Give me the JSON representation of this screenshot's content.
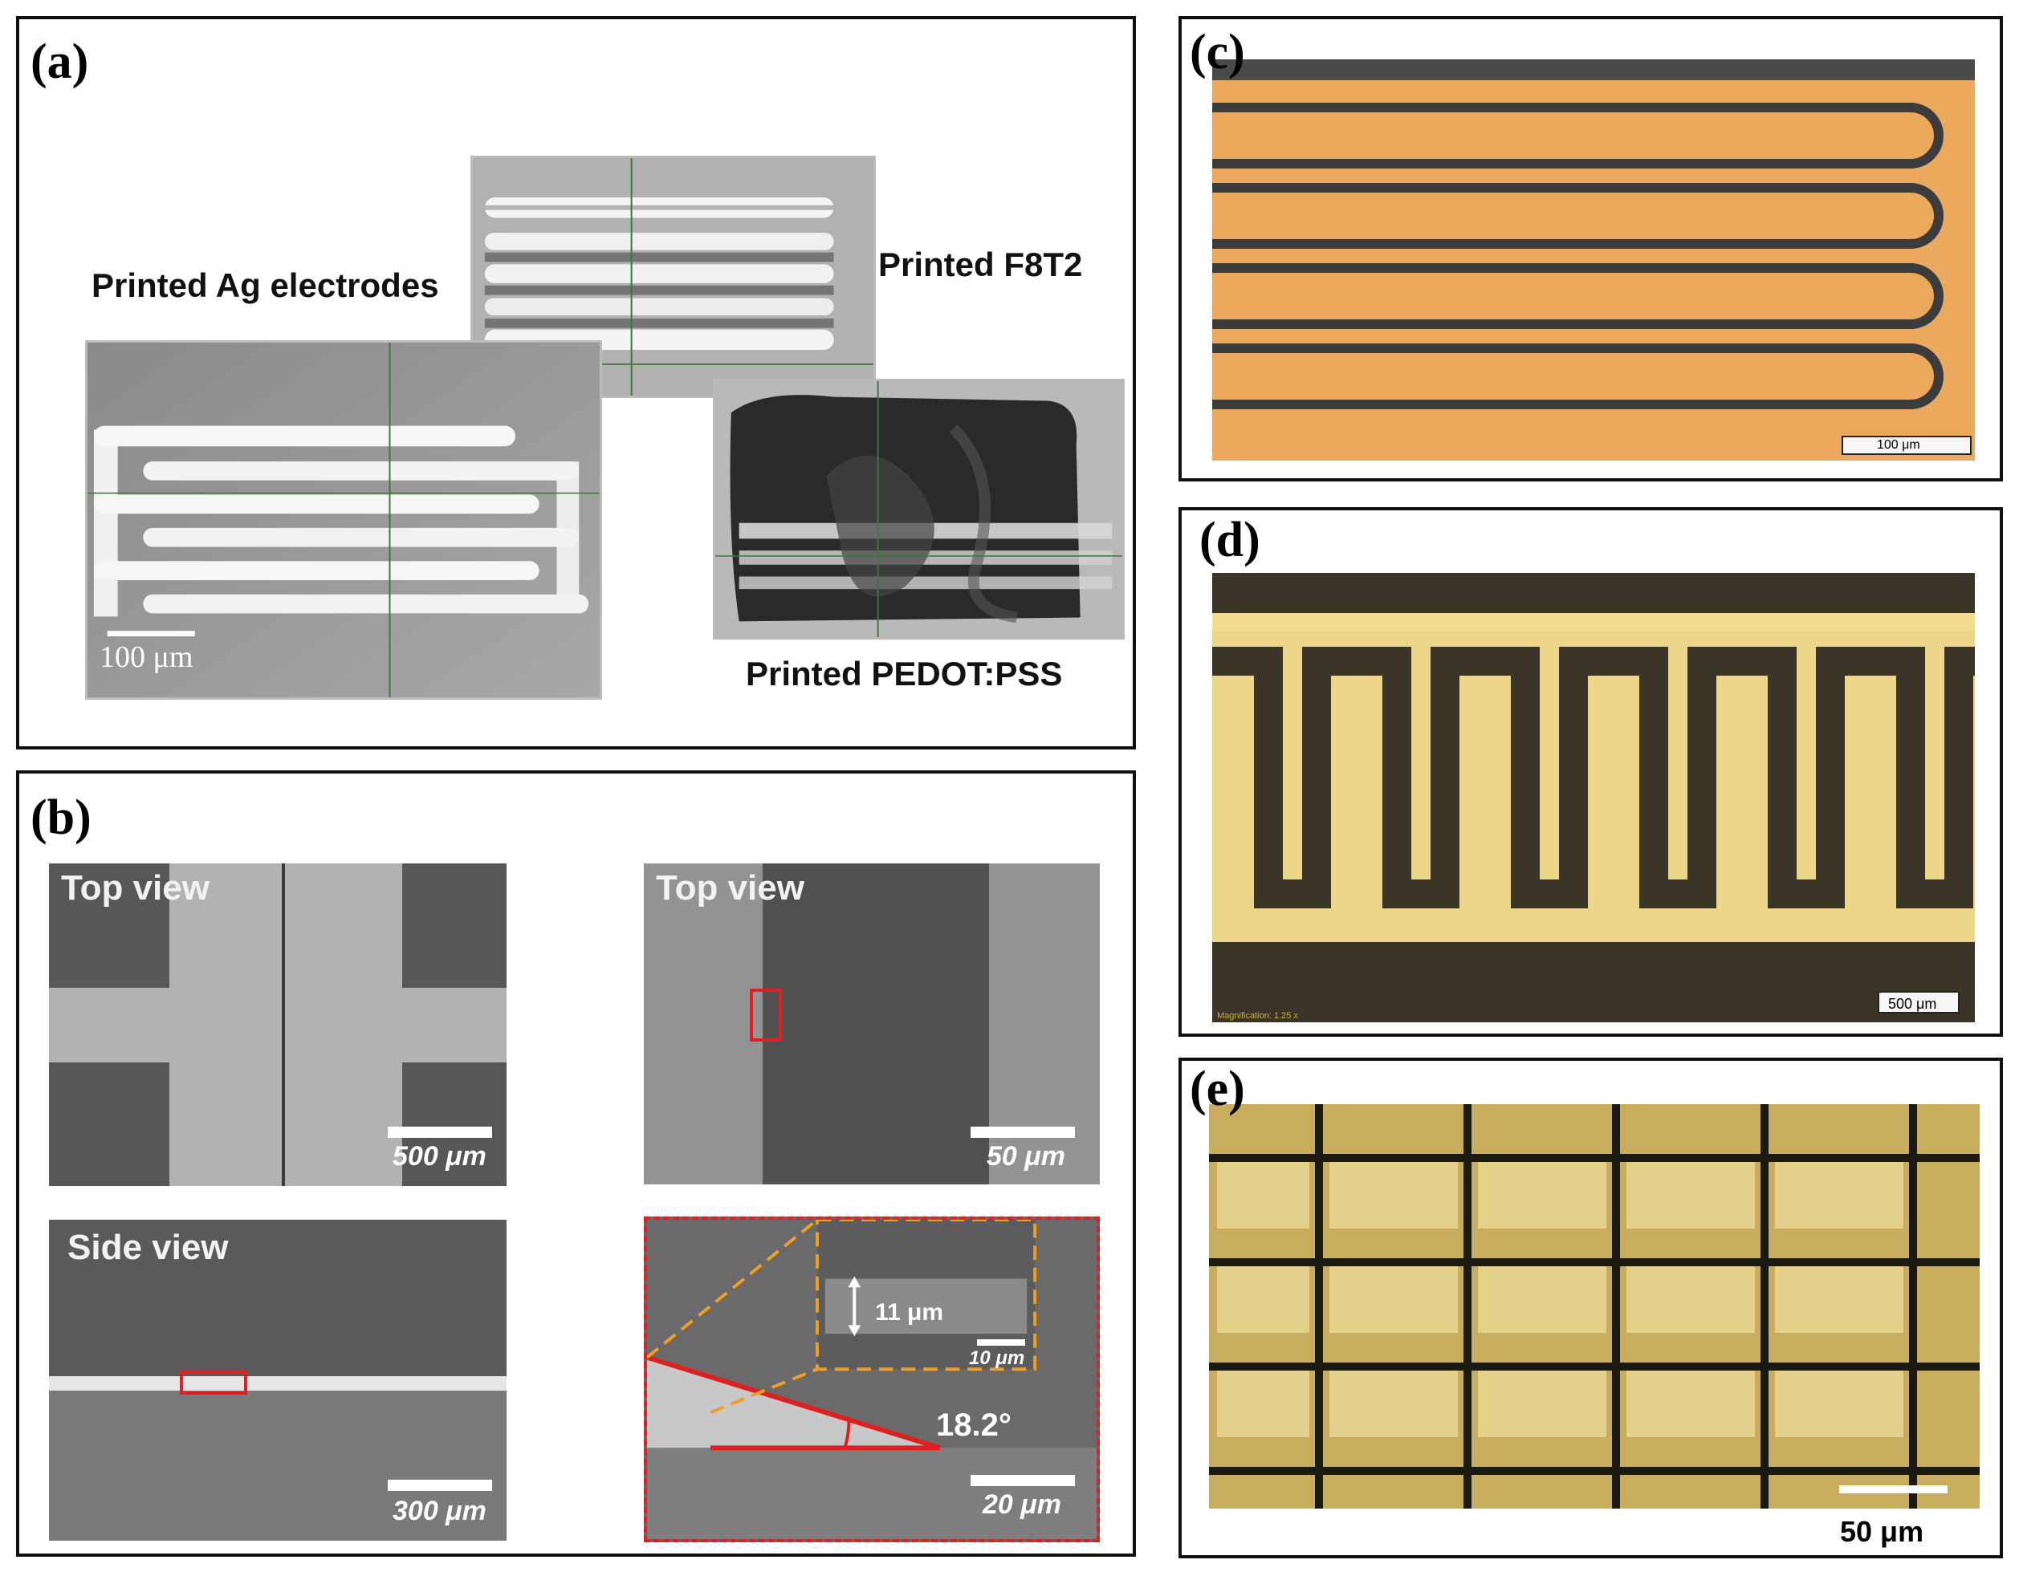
{
  "panels": {
    "a": {
      "label": "(a)",
      "captions": {
        "ag": "Printed Ag electrodes",
        "f8t2": "Printed F8T2",
        "pedot": "Printed PEDOT:PSS"
      },
      "scale": "100 μm"
    },
    "b": {
      "label": "(b)",
      "top_view_1": "Top view",
      "scale_1": "500 μm",
      "top_view_2": "Top view",
      "scale_2": "50 μm",
      "side_view": "Side view",
      "scale_3": "300 μm",
      "inset_thickness": "11 μm",
      "inset_scale": "10 μm",
      "angle": "18.2°",
      "scale_4": "20 μm"
    },
    "c": {
      "label": "(c)",
      "scale": "100 μm"
    },
    "d": {
      "label": "(d)",
      "scale": "500 μm",
      "magnification": "Magnification: 1.25 x"
    },
    "e": {
      "label": "(e)",
      "scale": "50 μm"
    }
  },
  "colors": {
    "amber": "#e8a85a",
    "dark_trace": "#3a3a3a",
    "gold": "#c8a85a",
    "sem_gray": "#6e6e6e",
    "red_marker": "#e02020",
    "orange_dash": "#f0a020"
  }
}
